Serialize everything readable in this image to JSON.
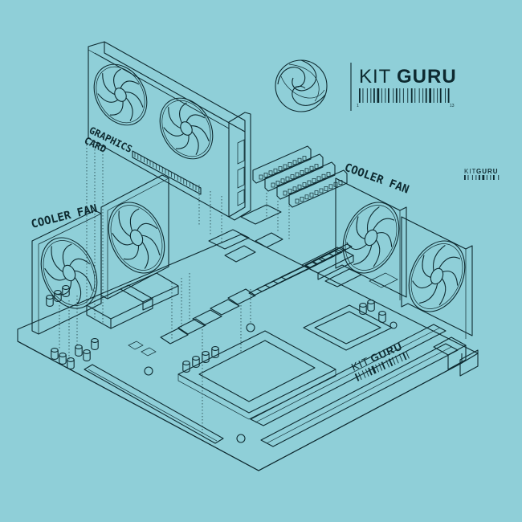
{
  "labels": {
    "graphics_card": [
      "GRAPHICS",
      "CARD"
    ],
    "cooler_fan_left": "COOLER FAN",
    "cooler_fan_right": "COOLER FAN"
  },
  "brand": {
    "kit": "KIT",
    "guru": "GURU",
    "barcode_left_digit": "1",
    "barcode_right_digit": "13"
  },
  "colors": {
    "background": "#8fcfd8",
    "ink": "#0e2a30"
  }
}
